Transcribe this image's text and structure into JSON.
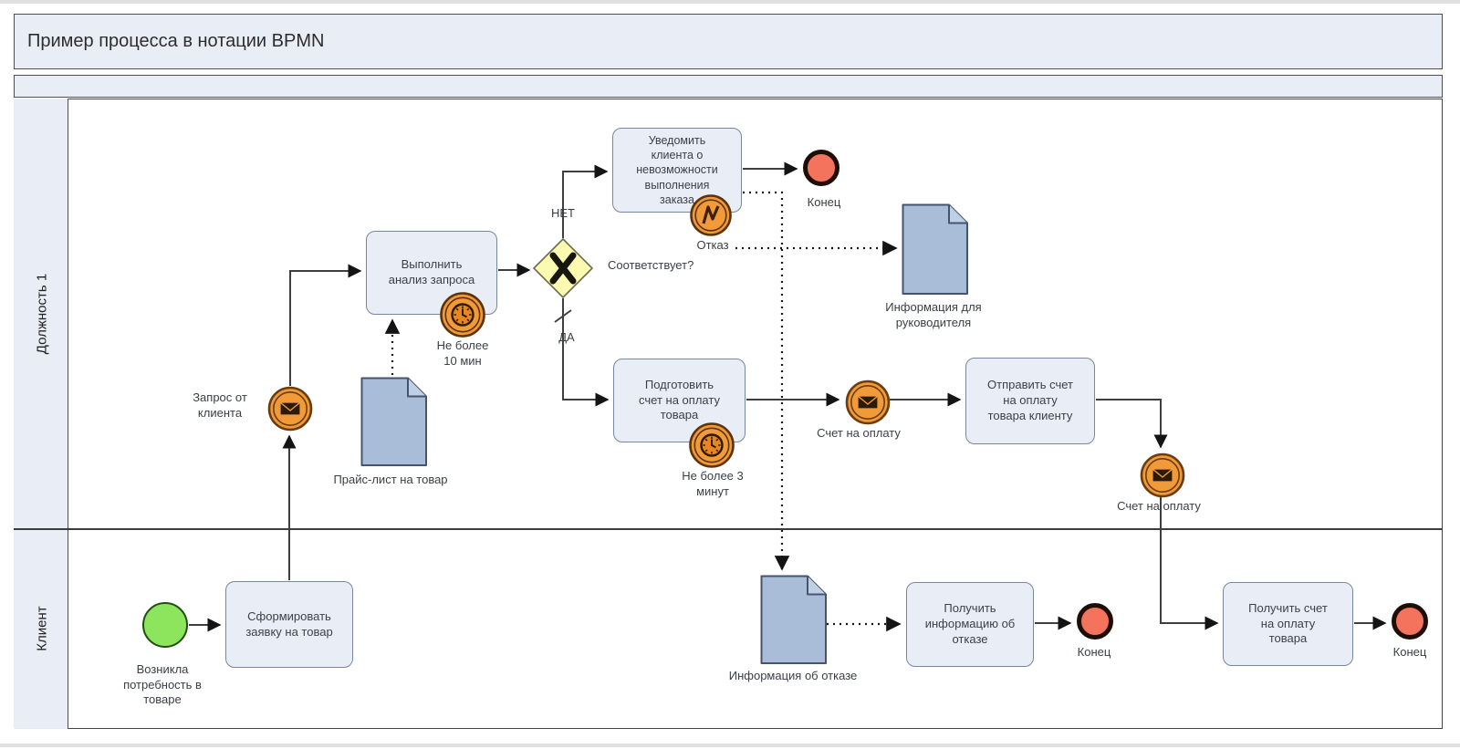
{
  "diagram": {
    "title": "Пример процесса в нотации BPMN"
  },
  "pool": {
    "lanes": [
      {
        "label": "Должность 1"
      },
      {
        "label": "Клиент"
      }
    ]
  },
  "nodes": {
    "start_event": {
      "label": "Возникла\nпотребность в\nтоваре",
      "icon": "circle-start"
    },
    "task_form_request": {
      "label": "Сформировать\nзаявку на товар"
    },
    "msg_request": {
      "label": "Запрос от\nклиента",
      "icon": "envelope-icon"
    },
    "data_pricelist": {
      "label": "Прайс-лист на товар",
      "icon": "document-icon"
    },
    "task_analyze": {
      "label": "Выполнить\nанализ запроса"
    },
    "timer_10min": {
      "label": "Не более\n10 мин",
      "icon": "clock-icon"
    },
    "gateway": {
      "question": "Соответствует?",
      "no": "НЕТ",
      "yes": "ДА",
      "icon": "x-marker"
    },
    "task_notify": {
      "label": "Уведомить\nклиента о\nневозможности\nвыполнения\nзаказа"
    },
    "error_reject": {
      "label": "Отказ",
      "icon": "lightning-icon"
    },
    "end_1": {
      "label": "Конец",
      "icon": "circle-end"
    },
    "data_manager_info": {
      "label": "Информация для\nруководителя",
      "icon": "document-icon"
    },
    "task_prepare_invoice": {
      "label": "Подготовить\nсчет на оплату\nтовара"
    },
    "timer_3min": {
      "label": "Не более 3\nминут",
      "icon": "clock-icon"
    },
    "msg_invoice_1": {
      "label": "Счет на оплату",
      "icon": "envelope-icon"
    },
    "task_send_invoice": {
      "label": "Отправить счет\nна оплату\nтовара клиенту"
    },
    "msg_invoice_2": {
      "label": "Счет на оплату",
      "icon": "envelope-icon"
    },
    "data_reject_info": {
      "label": "Информация об отказе",
      "icon": "document-icon"
    },
    "task_receive_reject": {
      "label": "Получить\nинформацию об\nотказе"
    },
    "end_2": {
      "label": "Конец",
      "icon": "circle-end"
    },
    "task_receive_invoice": {
      "label": "Получить счет\nна оплату\nтовара"
    },
    "end_3": {
      "label": "Конец",
      "icon": "circle-end"
    }
  },
  "colors": {
    "header_fill": "#e9edf6",
    "task_fill": "#e9edf6",
    "task_border": "#78879f",
    "event_orange": "#f09a3a",
    "event_ring": "#6b3c0e",
    "end_red": "#f4735c",
    "start_green": "#8ce55c",
    "gateway_yellow": "#fcf9b0",
    "data_object_blue": "#a9bdd9",
    "line": "#3f3f3f"
  }
}
